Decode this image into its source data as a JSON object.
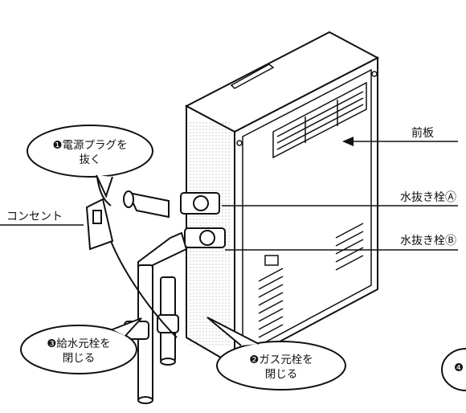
{
  "labels": {
    "front_panel": "前板",
    "drain_plug_a": "水抜き栓Ⓐ",
    "drain_plug_b": "水抜き栓Ⓑ",
    "outlet": "コンセント"
  },
  "steps": {
    "step1_line1": "❶電源プラグを",
    "step1_line2": "抜く",
    "step2_line1": "❷ガス元栓を",
    "step2_line2": "閉じる",
    "step3_line1": "❸給水元栓を",
    "step3_line2": "閉じる",
    "step4_partial": "❹"
  },
  "colors": {
    "line": "#111111",
    "paper": "#ffffff"
  }
}
